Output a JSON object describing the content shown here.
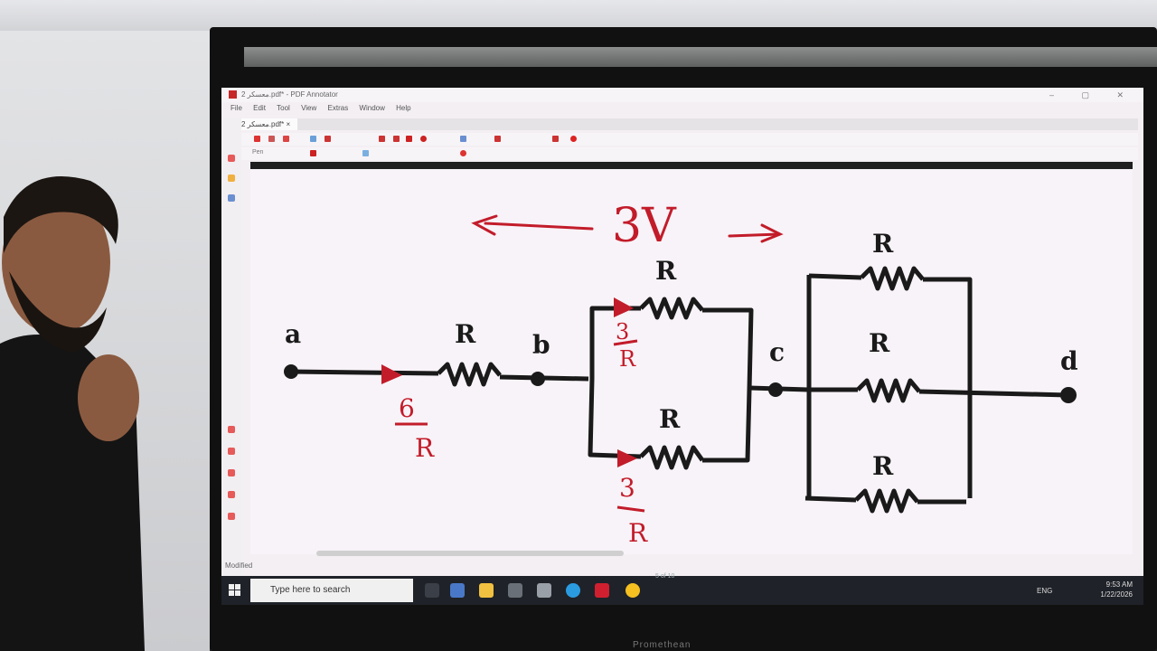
{
  "app": {
    "window_title": "معسكر 2.pdf* - PDF Annotator",
    "menu": [
      "File",
      "Edit",
      "Tool",
      "View",
      "Extras",
      "Window",
      "Help"
    ],
    "tab_label": "معسكر 2.pdf*",
    "tab_close": "×",
    "pen_label": "Pen",
    "status_text": "Modified",
    "page_indicator": "5 of 10"
  },
  "circuit": {
    "voltage_label": "3V",
    "nodes": [
      "a",
      "b",
      "c",
      "d"
    ],
    "resistor_labels": [
      "R",
      "R",
      "R",
      "R",
      "R",
      "R"
    ],
    "current_annotations": [
      {
        "num": "6",
        "den": "R"
      },
      {
        "num": "3",
        "den": "R"
      },
      {
        "num": "3",
        "den": "R"
      }
    ]
  },
  "taskbar": {
    "search_placeholder": "Type here to search",
    "lang": "ENG",
    "time": "9:53 AM",
    "date": "1/22/2026"
  },
  "bezel": {
    "brand": "Promethean"
  },
  "colors": {
    "annotation_red": "#c21c2a",
    "ink": "#1a1a1a",
    "taskbar": "#1f2228"
  }
}
